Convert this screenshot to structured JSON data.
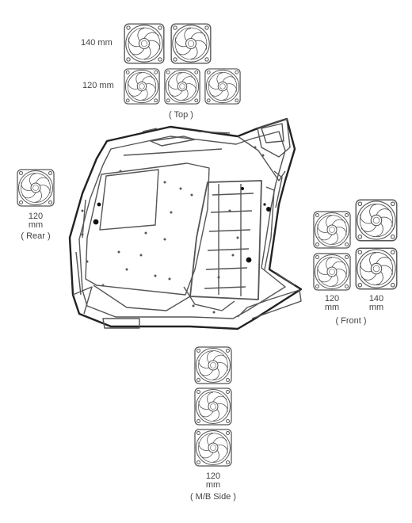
{
  "top": {
    "label_140": "140 mm",
    "label_120": "120 mm",
    "group": "( Top )"
  },
  "rear": {
    "size_num": "120",
    "size_unit": "mm",
    "group": "( Rear )"
  },
  "front": {
    "size1_num": "120",
    "size1_unit": "mm",
    "size2_num": "140",
    "size2_unit": "mm",
    "group": "( Front )"
  },
  "side": {
    "size_num": "120",
    "size_unit": "mm",
    "group": "( M/B Side )"
  },
  "colors": {
    "line": "#555555",
    "dark": "#111111"
  }
}
